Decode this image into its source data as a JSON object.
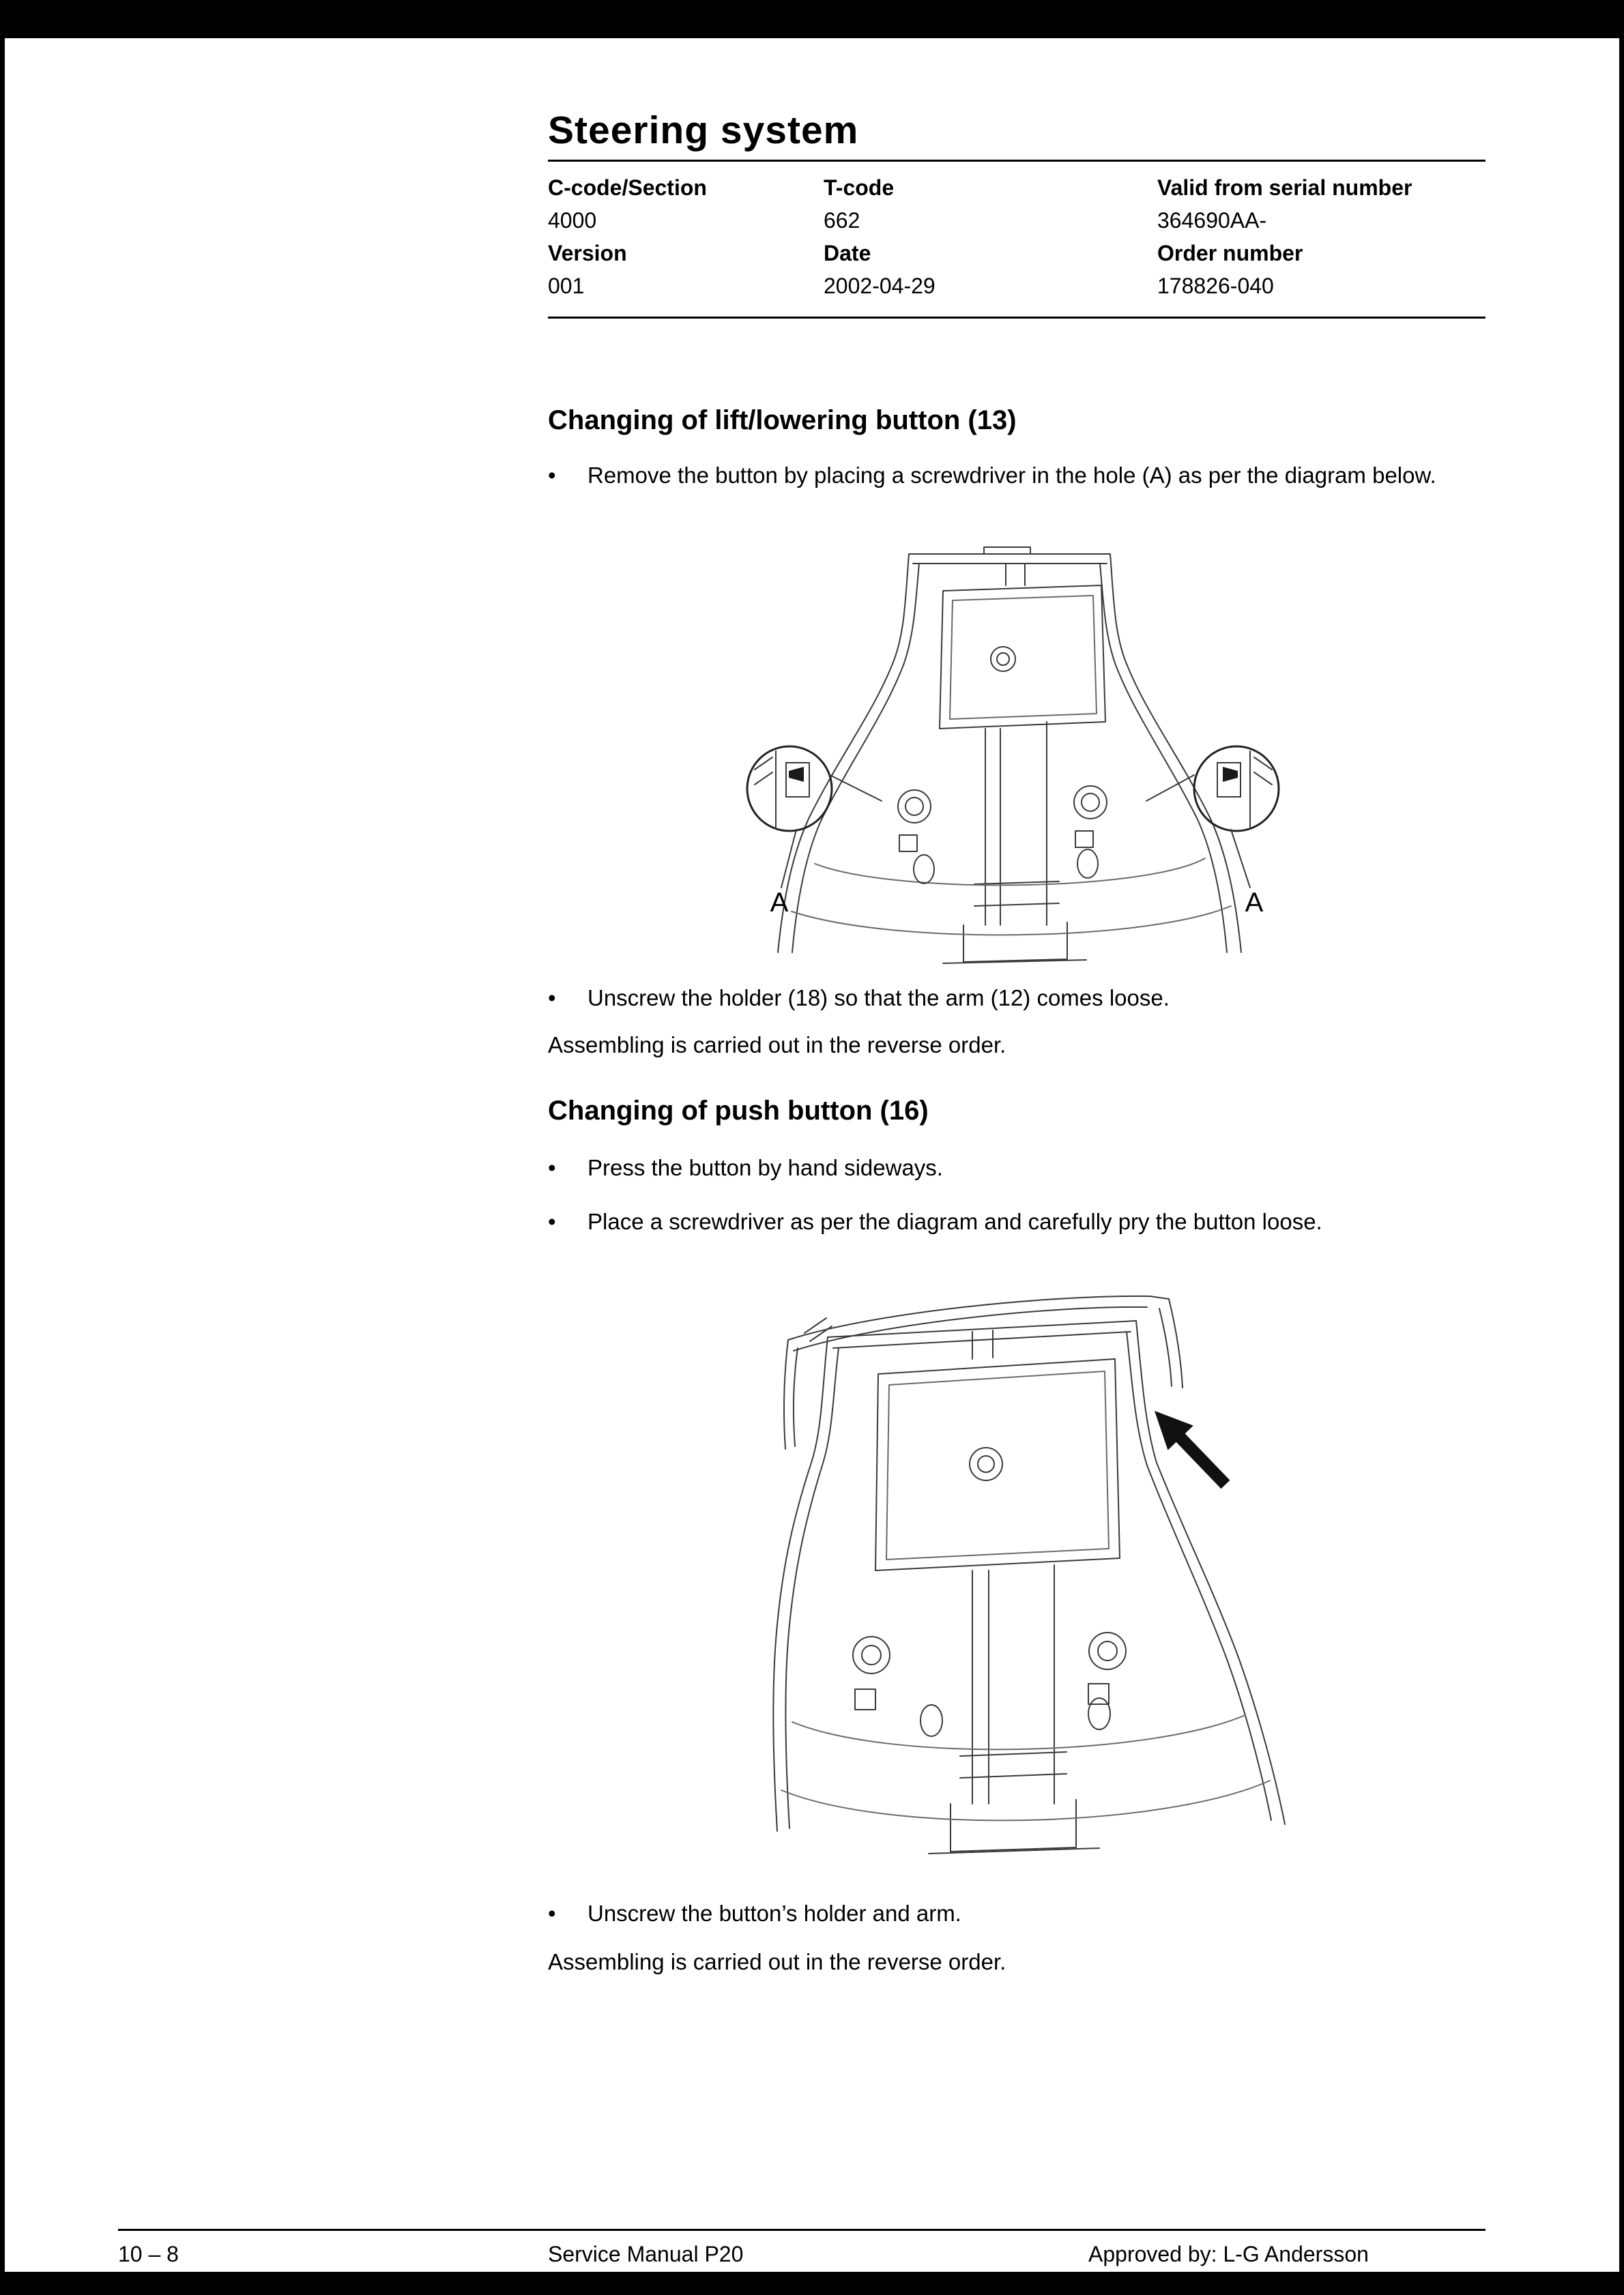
{
  "page": {
    "title": "Steering system"
  },
  "glyphs": {
    "bullet": "•"
  },
  "meta": {
    "col1": [
      "C-code/Section",
      "4000",
      "Version",
      "001"
    ],
    "col2": [
      "T-code",
      "662",
      "Date",
      "2002-04-29"
    ],
    "col3": [
      "Valid from serial number",
      "364690AA-",
      "Order number",
      "178826-040"
    ]
  },
  "section_lift": {
    "heading": "Changing of lift/lowering button (13)",
    "bullet_remove": "Remove the button by placing a screwdriver in the hole (A) as per the diagram below.",
    "bullet_unscrew": "Unscrew the holder (18) so that the arm (12) comes loose.",
    "note": "Assembling is carried out in the reverse order.",
    "callout_label": "A"
  },
  "section_push": {
    "heading": "Changing of push button (16)",
    "bullet_press": "Press the button by hand sideways.",
    "bullet_place": "Place a screwdriver as per the diagram and carefully pry the button loose.",
    "bullet_unscrew": "Unscrew the button’s holder and arm.",
    "note": "Assembling is carried out in the reverse order."
  },
  "footer": {
    "page_number": "10 – 8",
    "manual_name": "Service Manual P20",
    "approved_by": "Approved by: L-G Andersson"
  }
}
